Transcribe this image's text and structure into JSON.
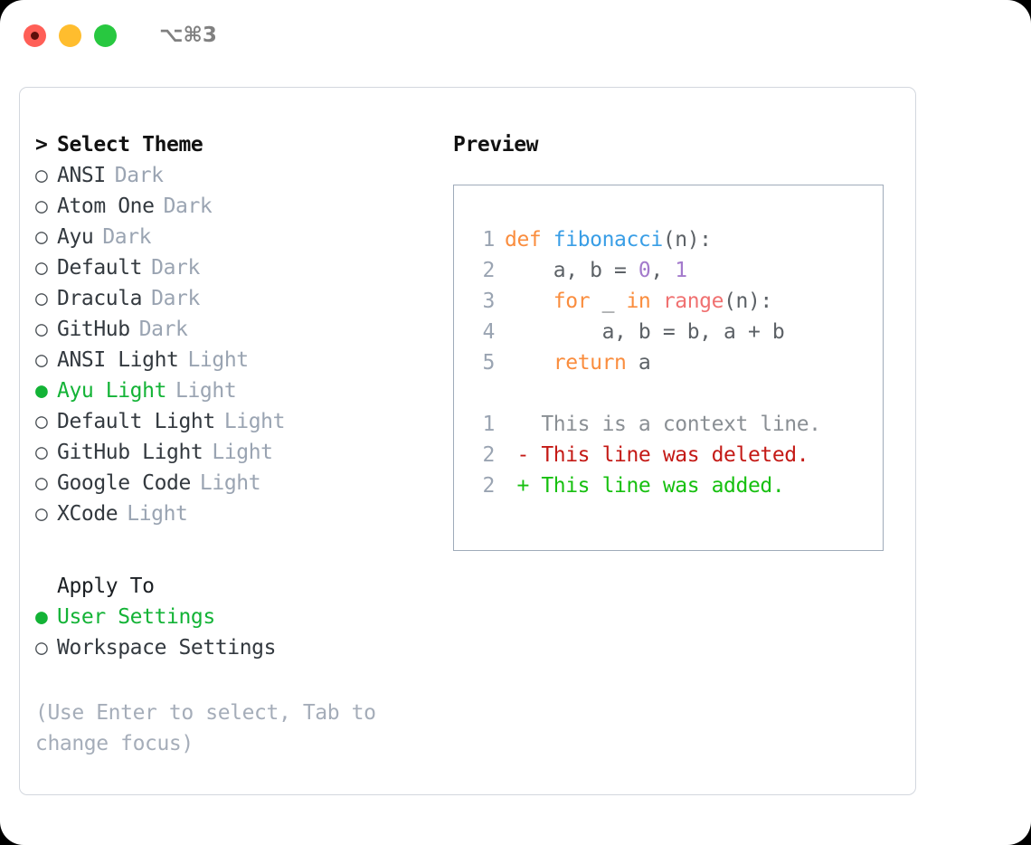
{
  "window": {
    "shortcut": "⌥⌘3",
    "traffic_lights": [
      {
        "name": "close-button",
        "color": "#ff5f57"
      },
      {
        "name": "minimize-button",
        "color": "#ffbd2e"
      },
      {
        "name": "maximize-button",
        "color": "#28c840"
      }
    ]
  },
  "theme_picker": {
    "header": {
      "marker": ">",
      "label": "Select Theme"
    },
    "items": [
      {
        "marker": "○",
        "label": "ANSI",
        "suffix": "Dark",
        "selected": false
      },
      {
        "marker": "○",
        "label": "Atom One",
        "suffix": "Dark",
        "selected": false
      },
      {
        "marker": "○",
        "label": "Ayu",
        "suffix": "Dark",
        "selected": false
      },
      {
        "marker": "○",
        "label": "Default",
        "suffix": "Dark",
        "selected": false
      },
      {
        "marker": "○",
        "label": "Dracula",
        "suffix": "Dark",
        "selected": false
      },
      {
        "marker": "○",
        "label": "GitHub",
        "suffix": "Dark",
        "selected": false
      },
      {
        "marker": "○",
        "label": "ANSI Light",
        "suffix": "Light",
        "selected": false
      },
      {
        "marker": "●",
        "label": "Ayu Light",
        "suffix": "Light",
        "selected": true
      },
      {
        "marker": "○",
        "label": "Default Light",
        "suffix": "Light",
        "selected": false
      },
      {
        "marker": "○",
        "label": "GitHub Light",
        "suffix": "Light",
        "selected": false
      },
      {
        "marker": "○",
        "label": "Google Code",
        "suffix": "Light",
        "selected": false
      },
      {
        "marker": "○",
        "label": "XCode",
        "suffix": "Light",
        "selected": false
      }
    ]
  },
  "apply_to": {
    "header": "Apply To",
    "items": [
      {
        "marker": "●",
        "label": "User Settings",
        "selected": true
      },
      {
        "marker": "○",
        "label": "Workspace Settings",
        "selected": false
      }
    ]
  },
  "hint": "(Use Enter to select, Tab to change focus)",
  "preview": {
    "title": "Preview",
    "code_lines": [
      {
        "no": "1",
        "tokens": [
          {
            "t": "def ",
            "c": "tok-kw"
          },
          {
            "t": "fibonacci",
            "c": "tok-fn"
          },
          {
            "t": "(n):",
            "c": "tok-pl"
          }
        ]
      },
      {
        "no": "2",
        "tokens": [
          {
            "t": "    a, b = ",
            "c": "tok-pl"
          },
          {
            "t": "0",
            "c": "tok-num"
          },
          {
            "t": ", ",
            "c": "tok-pl"
          },
          {
            "t": "1",
            "c": "tok-num"
          }
        ]
      },
      {
        "no": "3",
        "tokens": [
          {
            "t": "    ",
            "c": "tok-pl"
          },
          {
            "t": "for",
            "c": "tok-kw"
          },
          {
            "t": " _ ",
            "c": "tok-pl"
          },
          {
            "t": "in",
            "c": "tok-kw"
          },
          {
            "t": " ",
            "c": "tok-pl"
          },
          {
            "t": "range",
            "c": "tok-call"
          },
          {
            "t": "(n):",
            "c": "tok-pl"
          }
        ]
      },
      {
        "no": "4",
        "tokens": [
          {
            "t": "        a, b = b, a + b",
            "c": "tok-pl"
          }
        ]
      },
      {
        "no": "5",
        "tokens": [
          {
            "t": "    ",
            "c": "tok-pl"
          },
          {
            "t": "return",
            "c": "tok-kw"
          },
          {
            "t": " a",
            "c": "tok-pl"
          }
        ]
      }
    ],
    "diff_lines": [
      {
        "no": "1",
        "tokens": [
          {
            "t": "   This is a context line.",
            "c": "tok-ctx"
          }
        ]
      },
      {
        "no": "2",
        "tokens": [
          {
            "t": " - This line was deleted.",
            "c": "tok-del"
          }
        ]
      },
      {
        "no": "2",
        "tokens": [
          {
            "t": " + This line was added.",
            "c": "tok-add"
          }
        ]
      }
    ]
  }
}
